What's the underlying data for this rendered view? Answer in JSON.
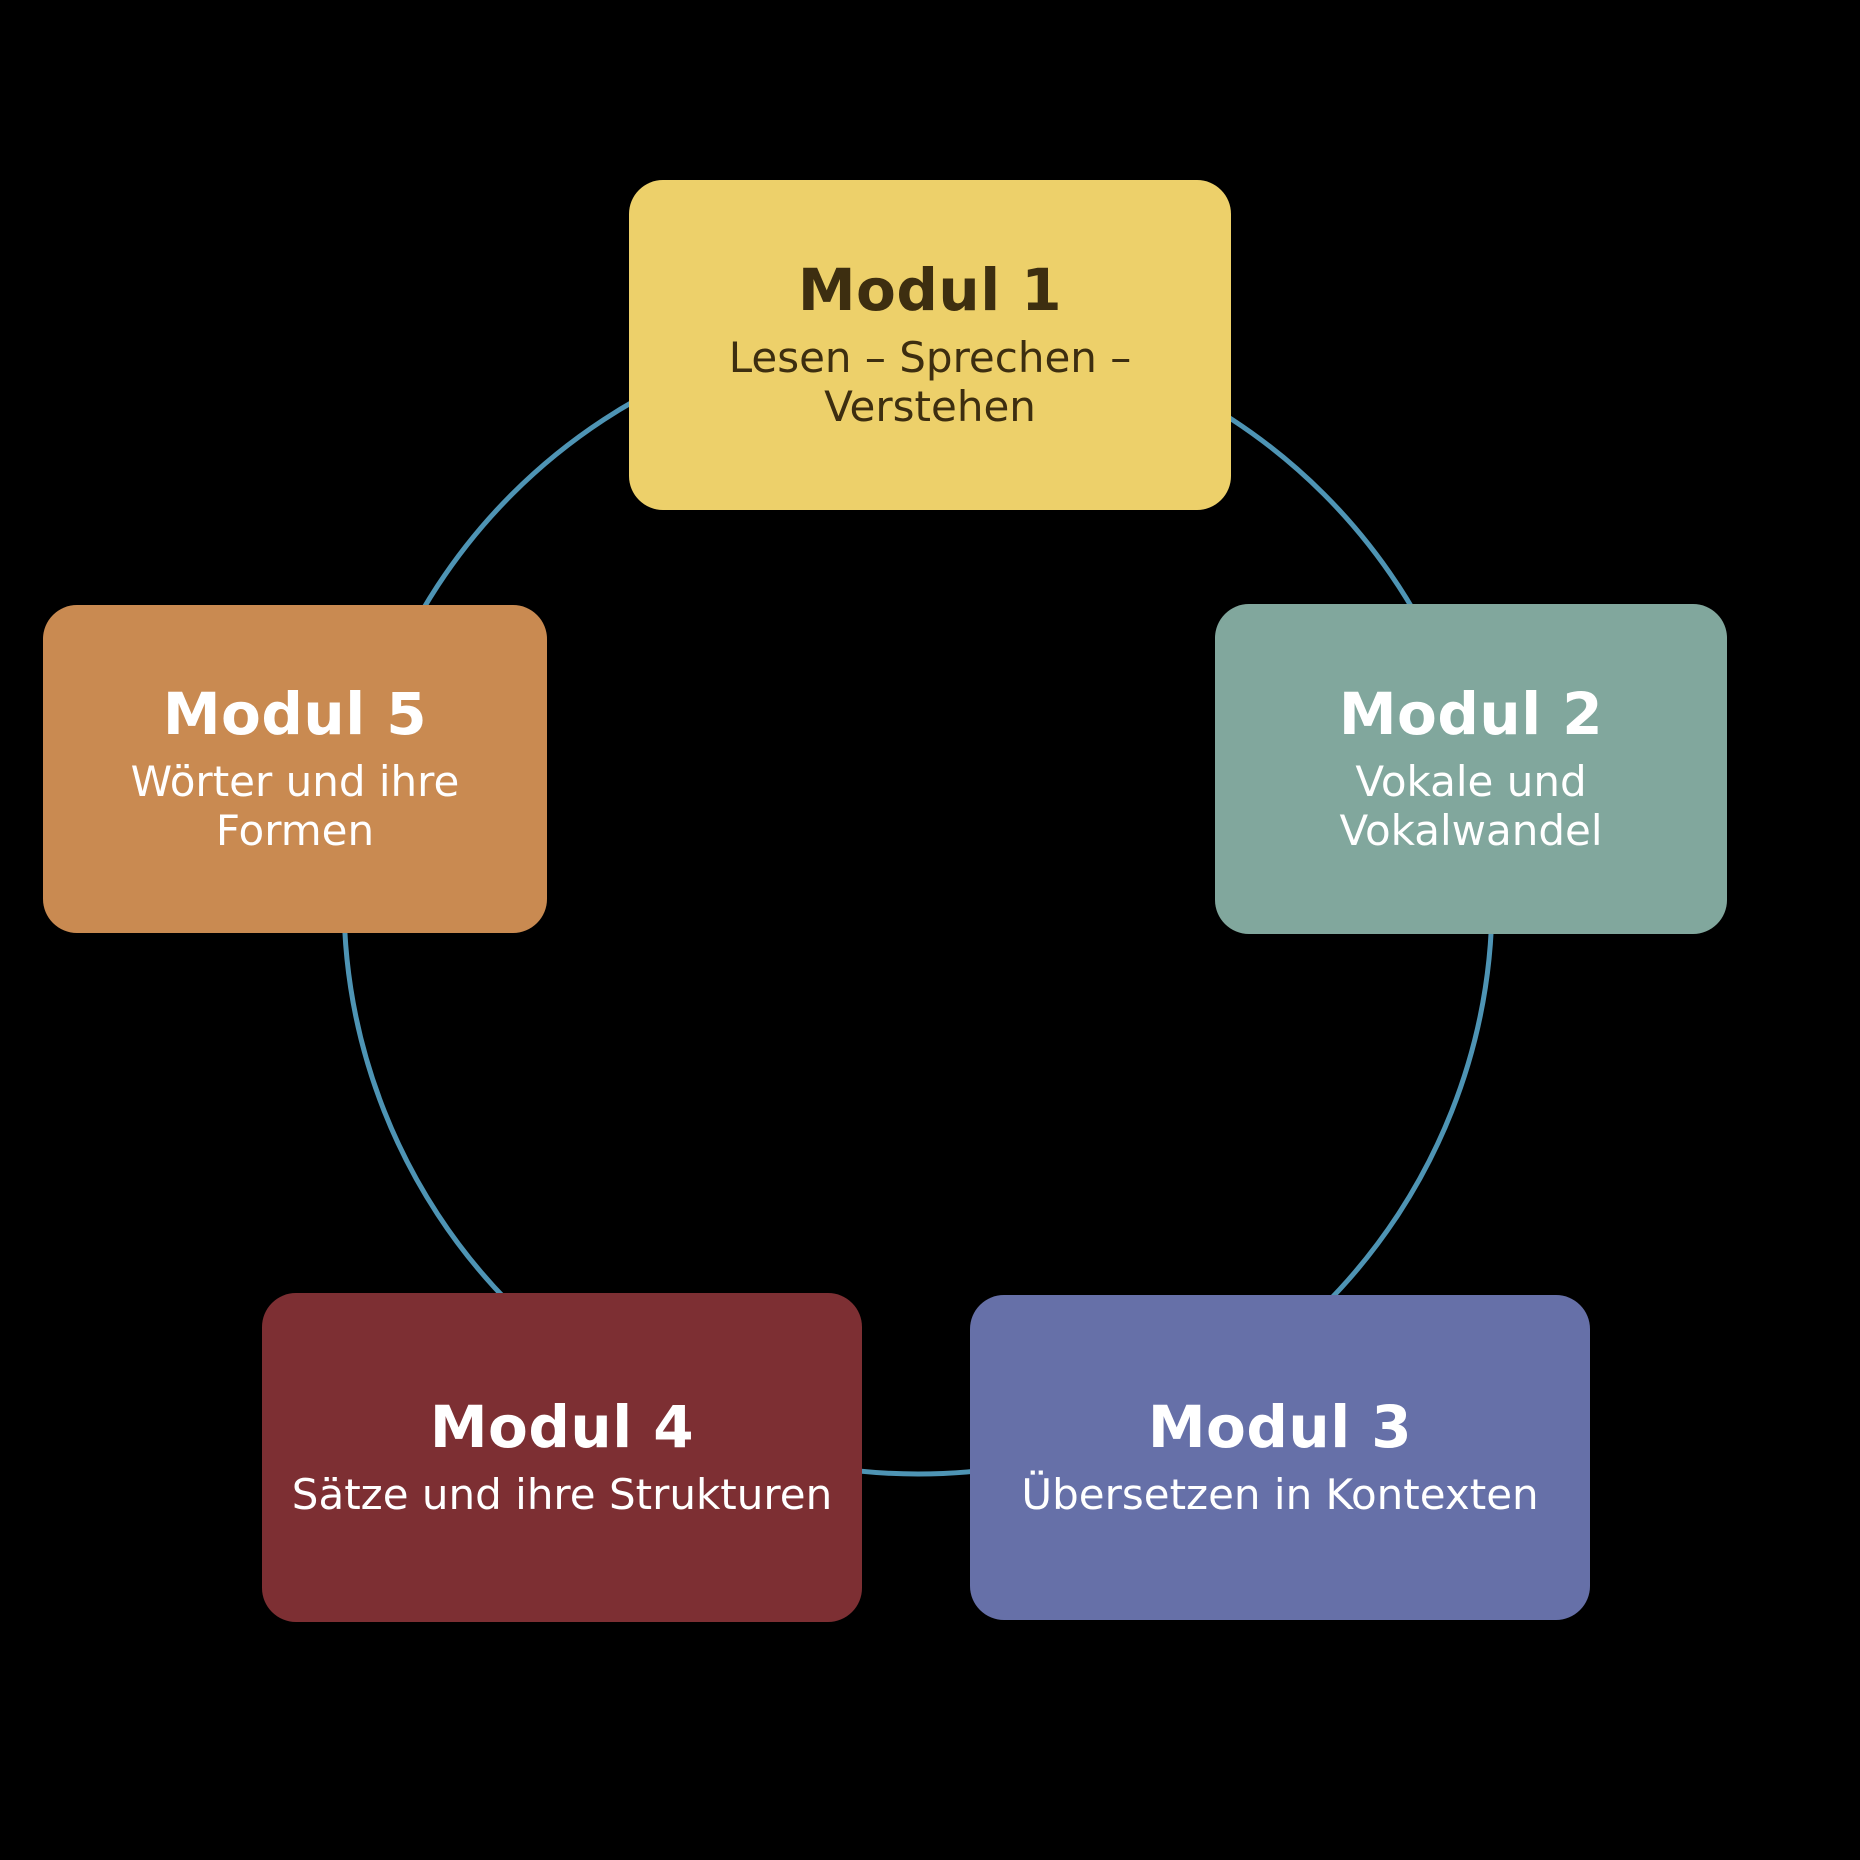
{
  "diagram": {
    "type": "circular-cycle-diagram",
    "background_color": "#000000",
    "arc_color": "#4E94B4",
    "modules": [
      {
        "id": "module-1",
        "position": "top",
        "title": "Modul 1",
        "subtitle": "Lesen – Sprechen – Verstehen",
        "fill_color": "#EDD06A",
        "text_color": "#3D2E10"
      },
      {
        "id": "module-2",
        "position": "right",
        "title": "Modul 2",
        "subtitle": "Vokale und Vokalwandel",
        "fill_color": "#81A79D",
        "text_color": "#FFFFFF"
      },
      {
        "id": "module-3",
        "position": "bottom-right",
        "title": "Modul 3",
        "subtitle": "Übersetzen in Kontexten",
        "fill_color": "#6670A8",
        "text_color": "#FFFFFF"
      },
      {
        "id": "module-4",
        "position": "bottom-left",
        "title": "Modul 4",
        "subtitle": "Sätze und ihre Strukturen",
        "fill_color": "#7D2F33",
        "text_color": "#FFFFFF"
      },
      {
        "id": "module-5",
        "position": "left",
        "title": "Modul 5",
        "subtitle": "Wörter und ihre Formen",
        "fill_color": "#C98A51",
        "text_color": "#FFFFFF"
      }
    ]
  },
  "chart_data": {
    "type": "diagram",
    "title": "",
    "layout": "circle",
    "node_order": [
      "Modul 1",
      "Modul 2",
      "Modul 3",
      "Modul 4",
      "Modul 5"
    ],
    "nodes": [
      {
        "label": "Modul 1",
        "sublabel": "Lesen – Sprechen – Verstehen",
        "angle_deg": 90,
        "color": "#EDD06A"
      },
      {
        "label": "Modul 2",
        "sublabel": "Vokale und Vokalwandel",
        "angle_deg": 18,
        "color": "#81A79D"
      },
      {
        "label": "Modul 3",
        "sublabel": "Übersetzen in Kontexten",
        "angle_deg": -54,
        "color": "#6670A8"
      },
      {
        "label": "Modul 4",
        "sublabel": "Sätze und ihre Strukturen",
        "angle_deg": -126,
        "color": "#7D2F33"
      },
      {
        "label": "Modul 5",
        "sublabel": "Wörter und ihre Formen",
        "angle_deg": 162,
        "color": "#C98A51"
      }
    ],
    "edges": [
      {
        "from": "Modul 1",
        "to": "Modul 2"
      },
      {
        "from": "Modul 2",
        "to": "Modul 3"
      },
      {
        "from": "Modul 3",
        "to": "Modul 4"
      },
      {
        "from": "Modul 4",
        "to": "Modul 5"
      },
      {
        "from": "Modul 5",
        "to": "Modul 1"
      }
    ],
    "edge_color": "#4E94B4",
    "circle_center": [
      918,
      900
    ],
    "circle_radius": 574
  }
}
